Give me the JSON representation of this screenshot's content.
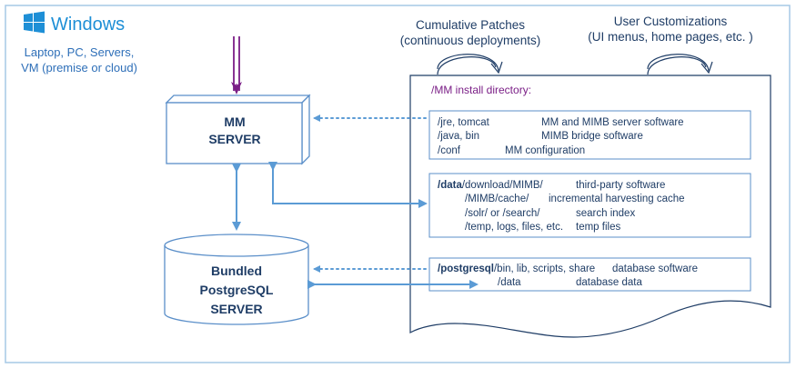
{
  "logo": {
    "brand": "Windows",
    "caption_lines": [
      "Laptop, PC, Servers,",
      "VM (premise or cloud)"
    ]
  },
  "top_labels": {
    "patches": [
      "Cumulative Patches",
      "(continuous deployments)"
    ],
    "customizations": [
      "User Customizations",
      "(UI menus, home pages, etc. )"
    ]
  },
  "mm_server": {
    "lines": [
      "MM",
      "SERVER"
    ]
  },
  "postgres_server": {
    "lines": [
      "Bundled",
      "PostgreSQL",
      "SERVER"
    ]
  },
  "install_dir": {
    "label": "/MM install directory:"
  },
  "sections": {
    "software": {
      "rows": [
        {
          "path": "/jre, tomcat",
          "desc": "MM and MIMB server software"
        },
        {
          "path": "/java, bin",
          "desc": "MIMB bridge software"
        },
        {
          "path": "/conf",
          "desc": "MM configuration"
        }
      ]
    },
    "data": {
      "bold_prefix": "/data",
      "rows": [
        {
          "path": "/download/MIMB/",
          "desc": "third-party software"
        },
        {
          "path": "/MIMB/cache/",
          "desc": "incremental harvesting cache"
        },
        {
          "path": "/solr/ or /search/",
          "desc": "search index"
        },
        {
          "path": "/temp, logs, files, etc.",
          "desc": "temp files"
        }
      ]
    },
    "database": {
      "bold_prefix": "/postgresql",
      "rows": [
        {
          "path": "/bin, lib, scripts, share",
          "desc": "database software"
        },
        {
          "path": "/data",
          "desc": "database data"
        }
      ]
    }
  },
  "colors": {
    "box_stroke": "#5b8fc9",
    "arrow": "#5b9bd5",
    "text": "#1f3d66",
    "accent": "#7a1e86",
    "logo": "#1e8fd6",
    "frame": "#a6c8e6"
  },
  "icons": [
    "windows-logo-icon",
    "curved-arrow-icon"
  ]
}
